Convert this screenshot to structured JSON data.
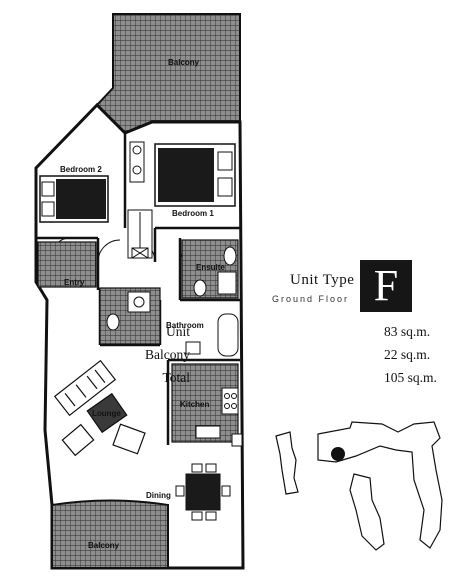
{
  "rooms": {
    "balcony_top": "Balcony",
    "bedroom2": "Bedroom 2",
    "bedroom1": "Bedroom 1",
    "ensuite": "Ensuite",
    "entry": "Entry",
    "bathroom": "Bathroom",
    "lounge": "Lounge",
    "kitchen": "Kitchen",
    "dining": "Dining",
    "balcony_bottom": "Balcony"
  },
  "unit": {
    "title": "Unit Type",
    "subtitle": "Ground Floor",
    "letter": "F",
    "areas": [
      {
        "label": "Unit",
        "value": "83 sq.m."
      },
      {
        "label": "Balcony",
        "value": "22 sq.m."
      },
      {
        "label": "Total",
        "value": "105 sq.m."
      }
    ]
  }
}
